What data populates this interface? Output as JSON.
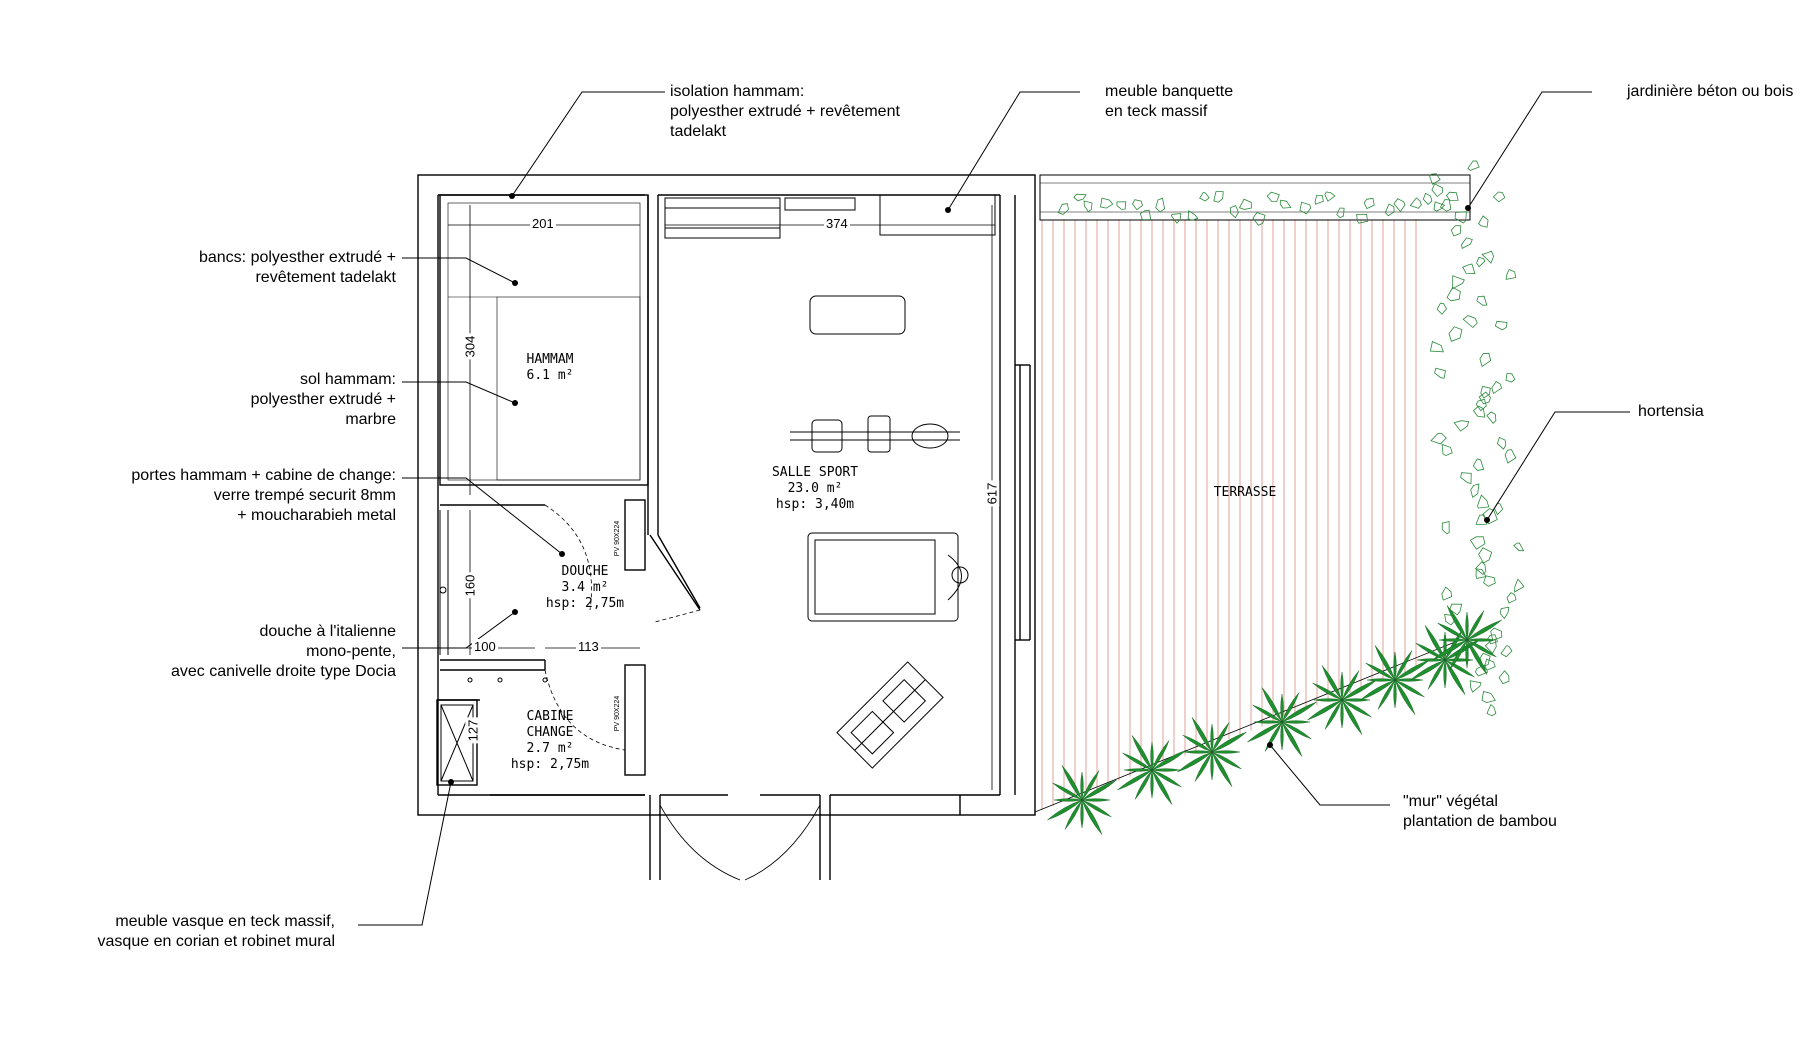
{
  "annotations": {
    "isolation": [
      "isolation hammam:",
      "polyesther extrudé + revêtement",
      "tadelakt"
    ],
    "banquette": [
      "meuble banquette",
      "en teck massif"
    ],
    "jardiniere": [
      "jardinière béton ou bois"
    ],
    "bancs": [
      "bancs: polyesther extrudé +",
      "revêtement tadelakt"
    ],
    "sol": [
      "sol hammam:",
      "polyesther extrudé +",
      "marbre"
    ],
    "portes": [
      "portes hammam + cabine de change:",
      "verre trempé securit 8mm",
      "+ moucharabieh metal"
    ],
    "douche_ital": [
      "douche à l'italienne",
      "mono-pente,",
      "avec canivelle droite type Docia"
    ],
    "vasque": [
      "meuble vasque en teck massif,",
      "vasque en corian et robinet mural"
    ],
    "hortensia": [
      "hortensia"
    ],
    "bambou": [
      "\"mur\" végétal",
      "plantation de bambou"
    ]
  },
  "rooms": {
    "hammam": [
      "HAMMAM",
      "6.1 m²"
    ],
    "douche": [
      "DOUCHE",
      "3.4 m²",
      "hsp: 2,75m"
    ],
    "cabine": [
      "CABINE",
      "CHANGE",
      "2.7 m²",
      "hsp: 2,75m"
    ],
    "salle": [
      "SALLE SPORT",
      "23.0 m²",
      "hsp: 3,40m"
    ],
    "terrasse": [
      "TERRASSE"
    ]
  },
  "dimensions": {
    "d201": "201",
    "d374": "374",
    "d304": "304",
    "d617": "617",
    "d160": "160",
    "d100": "100",
    "d113": "113",
    "d127": "127"
  },
  "door_labels": {
    "pv1": "PV 90X224",
    "pv2": "PV 90X224"
  },
  "colors": {
    "wall": "#000000",
    "deck_slat": "#d98a7a",
    "foliage": "#2a8a3a",
    "bamboo": "#1f8f2f"
  }
}
